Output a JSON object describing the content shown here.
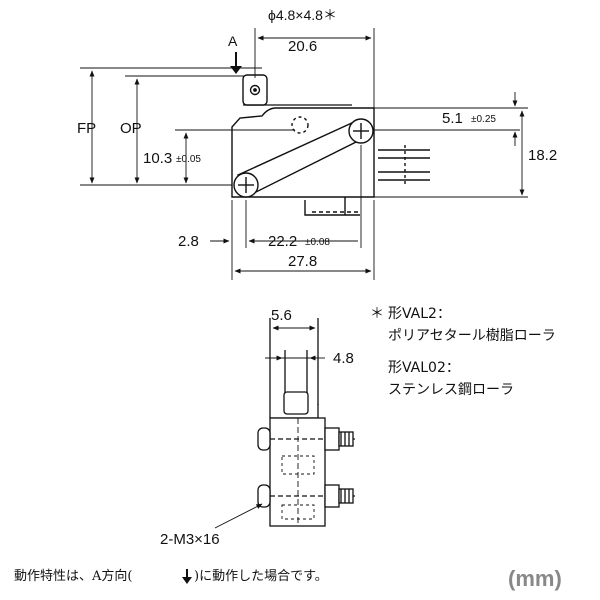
{
  "diagram": {
    "label_roller_size": "ϕ4.8×4.8＊",
    "label_A": "A",
    "label_20_6": "20.6",
    "label_FP": "FP",
    "label_OP": "OP",
    "label_5_1": "5.1",
    "label_5_1_tol": "±0.25",
    "label_10_3": "10.3",
    "label_10_3_tol": "±0.05",
    "label_18_2": "18.2",
    "label_2_8": "2.8",
    "label_22_2": "22.2",
    "label_22_2_tol": "±0.08",
    "label_27_8": "27.8",
    "label_5_6": "5.6",
    "label_4_8": "4.8",
    "label_screws": "2-M3×16"
  },
  "notes": {
    "asterisk": "＊",
    "line1": "形VAL2：",
    "line2": "ポリアセタール樹脂ローラ",
    "line3": "形VAL02：",
    "line4": "ステンレス鋼ローラ"
  },
  "footer": {
    "text_before": "動作特性は、A方向(",
    "text_after": ")に動作した場合です。",
    "arrow_icon": "down-arrow-icon"
  },
  "units": "(mm)"
}
